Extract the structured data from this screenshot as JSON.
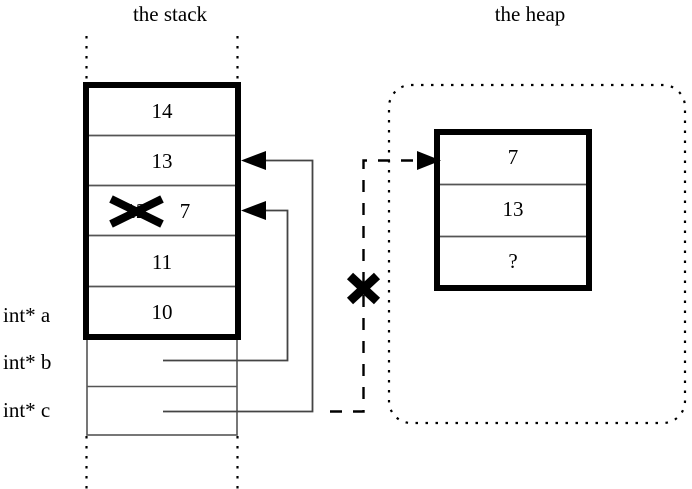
{
  "diagram": {
    "stack": {
      "title": "the stack",
      "cells": [
        {
          "name": "stack-cell-14",
          "value": "14",
          "struck": false
        },
        {
          "name": "stack-cell-13",
          "value": "13",
          "struck": false
        },
        {
          "name": "stack-cell-12-struck",
          "value": "12",
          "struck": true,
          "new_value": "7"
        },
        {
          "name": "stack-cell-11",
          "value": "11",
          "struck": false
        },
        {
          "name": "stack-cell-10",
          "value": "10",
          "struck": false
        }
      ],
      "pointer_slots": [
        {
          "name": "pointer-slot-a",
          "label": "int* a"
        },
        {
          "name": "pointer-slot-b",
          "label": "int* b"
        },
        {
          "name": "pointer-slot-c",
          "label": "int* c"
        }
      ]
    },
    "heap": {
      "title": "the heap",
      "cells": [
        {
          "name": "heap-cell-7",
          "value": "7"
        },
        {
          "name": "heap-cell-13",
          "value": "13"
        },
        {
          "name": "heap-cell-unknown",
          "value": "?"
        }
      ]
    },
    "annotations": {
      "struck_value_mark": "x-strike-mark",
      "broken_pointer_mark": "x-cross-mark"
    },
    "colors": {
      "ink": "#000000",
      "background": "#ffffff",
      "thin_rule": "#4a4a4a"
    }
  }
}
